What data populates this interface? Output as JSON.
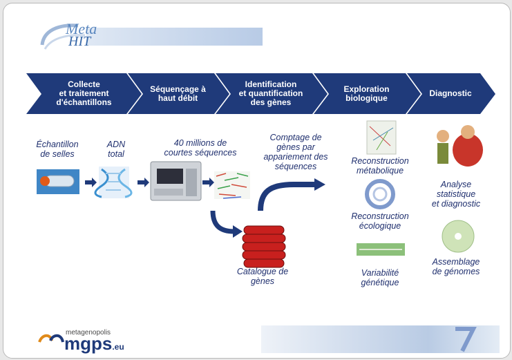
{
  "logo": {
    "meta": "Meta",
    "hit": "HIT"
  },
  "pipeline": [
    {
      "label": "Collecte\net traitement\nd'échantillons"
    },
    {
      "label": "Séquençage à\nhaut débit"
    },
    {
      "label": "Identification\net quantification\ndes gènes"
    },
    {
      "label": "Exploration\nbiologique"
    },
    {
      "label": "Diagnostic"
    }
  ],
  "steps": {
    "sample": "Échantillon\nde selles",
    "dna": "ADN\ntotal",
    "reads": "40 millions de\ncourtes séquences",
    "counting": "Comptage de\ngènes par\nappariement des\nséquences",
    "catalogue": "Catalogue de\ngènes",
    "metabolic": "Reconstruction\nmétabolique",
    "ecological": "Reconstruction\nécologique",
    "variability": "Variabilité\ngénétique",
    "analysis": "Analyse\nstatistique\net diagnostic",
    "assembly": "Assemblage\nde génomes"
  },
  "footer": {
    "brand_top": "metagenopolis",
    "brand_main": "mgps",
    "brand_suffix": ".eu"
  },
  "colors": {
    "navy": "#1f3a7a",
    "text": "#1f2f6e",
    "red": "#c8201e"
  }
}
